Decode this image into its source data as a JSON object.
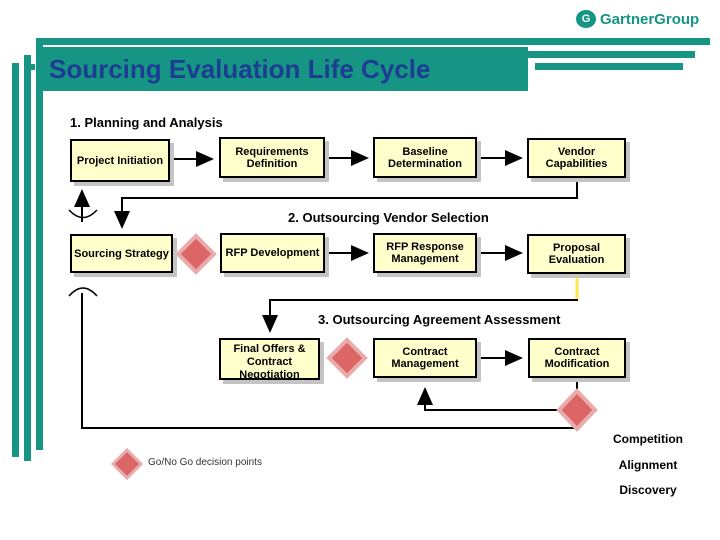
{
  "logo": {
    "icon": "gartner-badge-icon",
    "text": "GartnerGroup"
  },
  "title": "Sourcing Evaluation Life Cycle",
  "sections": [
    {
      "label": "1. Planning and Analysis"
    },
    {
      "label": "2. Outsourcing Vendor Selection"
    },
    {
      "label": "3. Outsourcing Agreement Assessment"
    }
  ],
  "boxes": [
    {
      "label": "Project Initiation"
    },
    {
      "label": "Requirements Definition"
    },
    {
      "label": "Baseline Determination"
    },
    {
      "label": "Vendor Capabilities"
    },
    {
      "label": "Sourcing Strategy"
    },
    {
      "label": "RFP Development"
    },
    {
      "label": "RFP Response Management"
    },
    {
      "label": "Proposal Evaluation"
    },
    {
      "label": "Final Offers & Contract Negotiation"
    },
    {
      "label": "Contract Management"
    },
    {
      "label": "Contract Modification"
    }
  ],
  "legend": {
    "label": "Go/No Go decision points"
  },
  "annotations": [
    {
      "label": "Competition"
    },
    {
      "label": "Alignment"
    },
    {
      "label": "Discovery"
    }
  ],
  "colors": {
    "teal": "#179584",
    "title_text": "#1C3D92",
    "box_fill": "#FFFFCC",
    "box_border": "#000000",
    "box_shadow": "#C4C4C4",
    "diamond_fill": "#DC6666",
    "diamond_edge": "#E8ACAC",
    "connector_black": "#000000",
    "connector_yellow": "#FFE94C"
  }
}
